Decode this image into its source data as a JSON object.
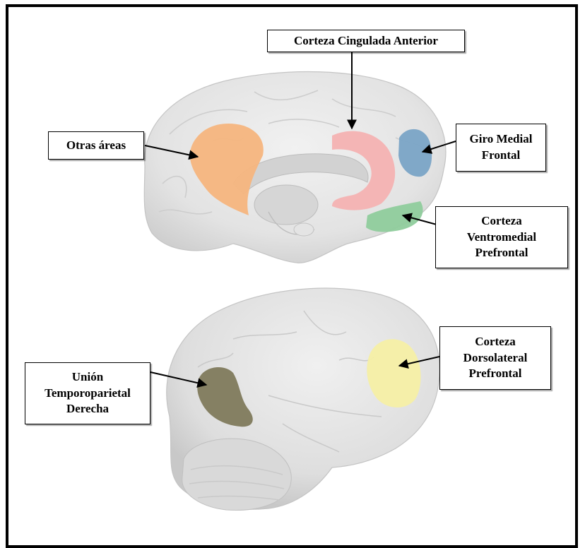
{
  "labels": {
    "anterior_cingulate": "Corteza Cingulada Anterior",
    "other_areas": "Otras áreas",
    "medial_frontal_gyrus": "Giro Medial\nFrontal",
    "ventromedial_prefrontal": "Corteza\nVentromedial\nPrefrontal",
    "right_tpj": "Unión\nTemporoparietal\nDerecha",
    "dorsolateral_prefrontal": "Corteza\nDorsolateral\nPrefrontal"
  },
  "colors": {
    "other_areas": "#f5b57e",
    "anterior_cingulate": "#f4b2b2",
    "medial_frontal_gyrus": "#7aa4c6",
    "ventromedial_prefrontal": "#8fcc9c",
    "right_tpj": "#7f7a5c",
    "dorsolateral_prefrontal": "#f6efa5"
  }
}
